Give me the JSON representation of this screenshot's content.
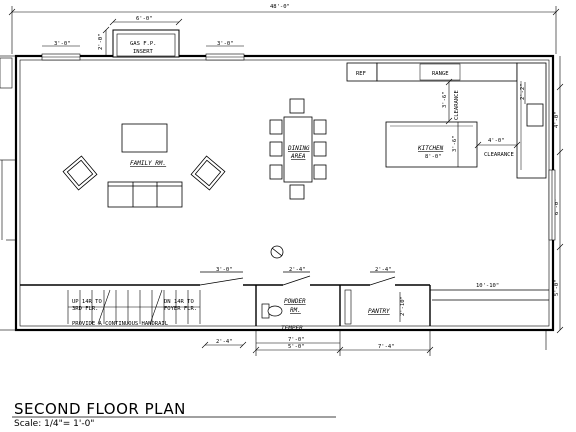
{
  "plan": {
    "title": "SECOND FLOOR PLAN",
    "scale": "Scale: 1/4\"= 1'-0\"",
    "overall_width": "48'-0\""
  },
  "rooms": {
    "family": "FAMILY RM.",
    "dining_1": "DINING",
    "dining_2": "AREA",
    "kitchen": "KITCHEN",
    "kitchen_size": "8'-0\"",
    "powder_1": "POWDER",
    "powder_2": "RM.",
    "pantry": "PANTRY",
    "temper": "TEMPER"
  },
  "labels": {
    "ref": "REF",
    "range": "RANGE",
    "fireplace_1": "GAS F.P.",
    "fireplace_2": "INSERT",
    "clearance_v": "CLEARANCE",
    "clearance_h": "CLEARANCE",
    "stair_up_1a": "UP 14R TO",
    "stair_up_1b": "3RD FLR.",
    "stair_dn_1a": "DN 14R TO",
    "stair_dn_1b": "FOYER FLR.",
    "handrail": "PROVIDE A CONTINUOUS HANDRAIL"
  },
  "dimensions": {
    "fp_width": "6'-0\"",
    "fp_depth": "2'-0\"",
    "window_left": "3'-0\"",
    "window_right": "3'-0\"",
    "kitchen_clear_v": "3'-6\"",
    "kitchen_clear_h": "4'-0\"",
    "island_depth": "3'-6\"",
    "right_upper": "2'-2\"",
    "right_mid_1": "4'-0\"",
    "right_mid_2": "6'-0\"",
    "right_lower": "5'-0\"",
    "door_stair": "3'-0\"",
    "door_powder": "2'-4\"",
    "door_pantry": "2'-4\"",
    "hall_width": "10'-10\"",
    "pantry_depth": "2'-10\"",
    "bottom_left": "2'-4\"",
    "bottom_powder_1": "7'-0\"",
    "bottom_powder_2": "5'-0\"",
    "bottom_pantry": "7'-4\""
  }
}
